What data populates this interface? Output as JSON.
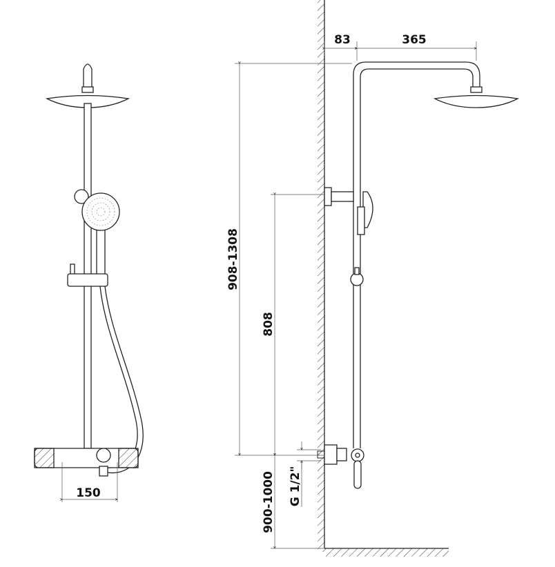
{
  "dimensions": {
    "wall_to_pipe": "83",
    "arm_length": "365",
    "total_height": "908-1308",
    "slider_height": "808",
    "mixer_width": "150",
    "mixer_height": "900-1000",
    "thread": "G 1/2\""
  }
}
